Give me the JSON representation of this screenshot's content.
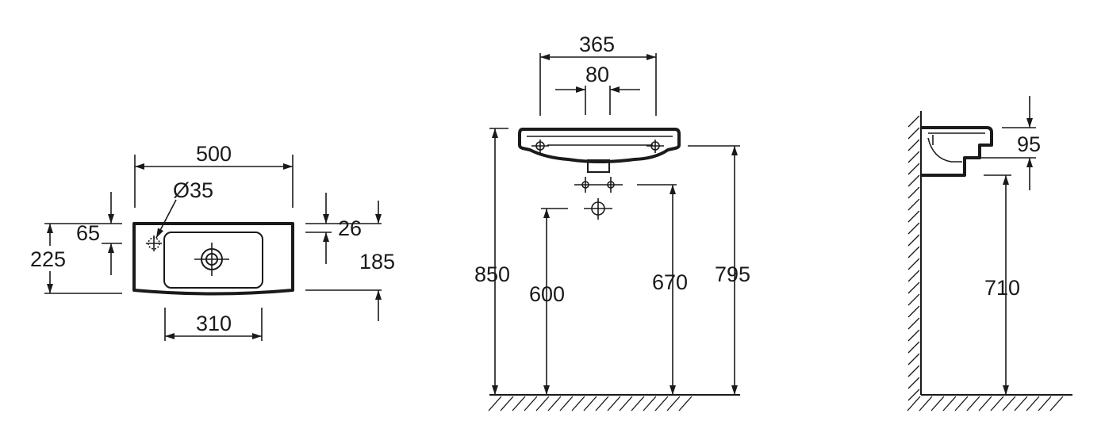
{
  "top_view": {
    "width_500": "500",
    "drain_dia": "Ø35",
    "depth_65": "65",
    "depth_225": "225",
    "rim_26": "26",
    "depth_185": "185",
    "bowl_310": "310"
  },
  "front_view": {
    "width_365": "365",
    "spacing_80": "80",
    "height_850": "850",
    "height_600": "600",
    "height_670": "670",
    "height_795": "795"
  },
  "side_view": {
    "thickness_95": "95",
    "height_710": "710"
  },
  "colors": {
    "line": "#1a1a1a",
    "background": "#ffffff"
  }
}
